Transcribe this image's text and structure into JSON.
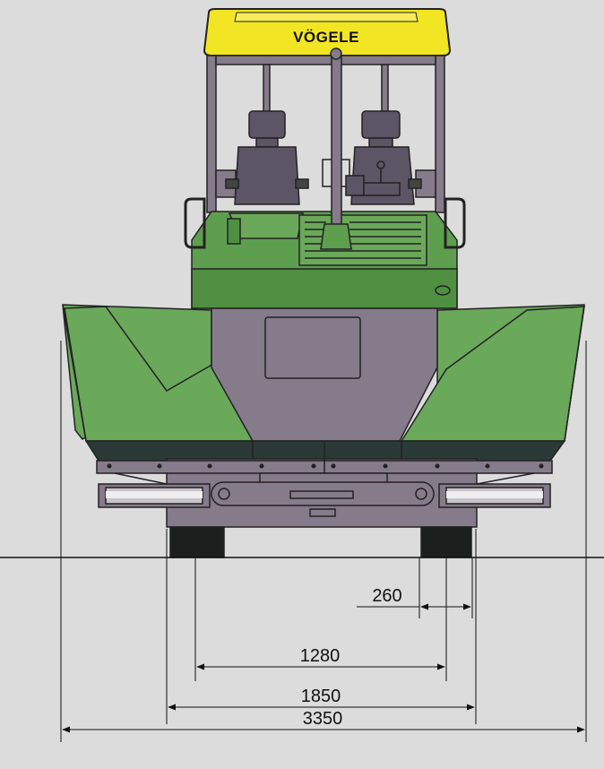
{
  "brand": {
    "name": "VÖGELE"
  },
  "colors": {
    "background": "#dcdcdc",
    "roof": "#f2e524",
    "body_green": "#5e9e4f",
    "hopper_green": "#6aa85a",
    "chassis_grey": "#857b8a",
    "dark": "#2b3a36",
    "seat": "#5b5565"
  },
  "dimensions": [
    {
      "id": "dim-260",
      "label": "260"
    },
    {
      "id": "dim-1280",
      "label": "1280"
    },
    {
      "id": "dim-1850",
      "label": "1850"
    },
    {
      "id": "dim-3350",
      "label": "3350"
    }
  ]
}
